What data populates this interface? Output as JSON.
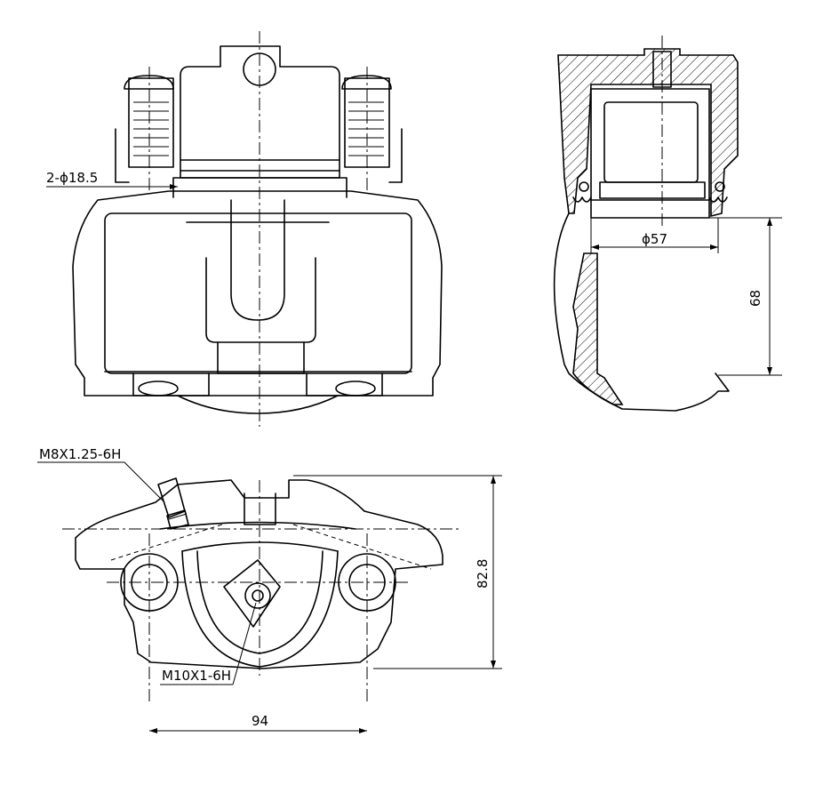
{
  "dimensions": {
    "bore_holes": "2-ϕ18.5",
    "piston_diameter": "ϕ57",
    "height": "68",
    "bleeder_thread": "M8X1.25-6H",
    "overall_height": "82.8",
    "inlet_thread": "M10X1-6H",
    "mount_spacing": "94"
  }
}
